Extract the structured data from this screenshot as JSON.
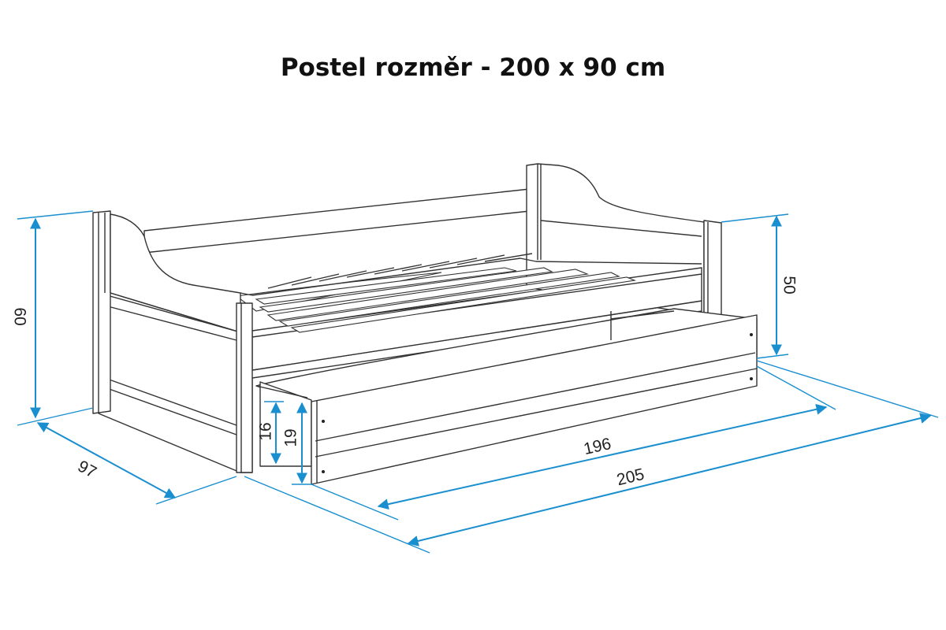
{
  "title": "Postel rozměr - 200 x 90 cm",
  "accent_color": "#1a8fd0",
  "dimensions": {
    "height_total": "60",
    "headboard_height": "50",
    "depth": "97",
    "drawer_length": "196",
    "total_length": "205",
    "drawer_height": "16",
    "drawer_front_height": "19"
  }
}
